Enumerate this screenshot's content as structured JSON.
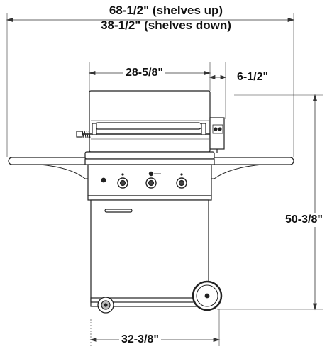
{
  "dimensions": {
    "overall_width_shelves_up": "68-1/2\" (shelves up)",
    "overall_width_shelves_down": "38-1/2\" (shelves down)",
    "hood_width": "28-5/8\"",
    "side_burner_depth": "6-1/2\"",
    "overall_height": "50-3/8\"",
    "cart_depth": "32-3/8\""
  },
  "colors": {
    "line": "#222222",
    "fill": "#ffffff",
    "shade": "#9a9a9a"
  }
}
